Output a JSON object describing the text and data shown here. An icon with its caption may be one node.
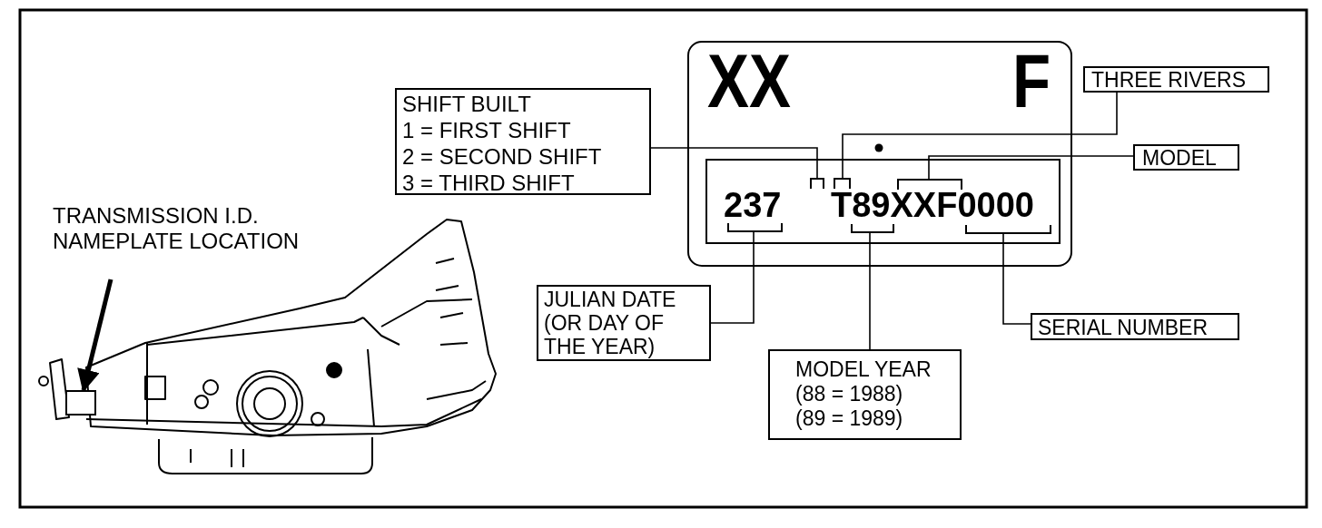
{
  "diagram": {
    "nodes": [
      {
        "text": [
          "XX",
          "F"
        ]
      },
      {
        "text": [
          "237",
          "T89XXF0000"
        ],
        "in": 0
      },
      {
        "text": [],
        "shape": "bracket",
        "in": 1
      },
      {
        "text": [],
        "shape": "bracket",
        "in": 1
      },
      {
        "text": [],
        "shape": "bracket",
        "in": 1
      },
      {
        "text": [],
        "shape": "bracket",
        "in": 1
      },
      {
        "text": [],
        "shape": "bracket",
        "in": 1
      },
      {
        "text": [],
        "shape": "bracket",
        "in": 1
      },
      {
        "text": [
          "SHIFT BUILT",
          "1 = FIRST SHIFT",
          "2 = SECOND SHIFT",
          "3 = THIRD SHIFT"
        ]
      },
      {
        "text": [
          "THREE RIVERS"
        ]
      },
      {
        "text": [
          "MODEL"
        ]
      },
      {
        "text": [
          "JULIAN DATE (OR DAY OF THE YEAR)"
        ]
      },
      {
        "text": [
          "MODEL YEAR",
          "(88 = 1988)",
          "(89 = 1989)"
        ]
      },
      {
        "text": [
          "SERIAL NUMBER"
        ]
      },
      {
        "text": [
          "TRANSMISSION I.D. NAMEPLATE LOCATION"
        ]
      },
      {
        "text": [],
        "shape": "box"
      }
    ],
    "edges": [
      {
        "from": 8,
        "to": 2,
        "arrow": "none"
      },
      {
        "from": 9,
        "to": 3,
        "arrow": "none"
      },
      {
        "from": 10,
        "to": 4,
        "arrow": "none"
      },
      {
        "from": 11,
        "to": 5,
        "arrow": "none"
      },
      {
        "from": 12,
        "to": 6,
        "arrow": "none"
      },
      {
        "from": 13,
        "to": 7,
        "arrow": "none"
      },
      {
        "from": 14,
        "to": 15,
        "arrow": "to",
        "style": "thick"
      }
    ]
  }
}
